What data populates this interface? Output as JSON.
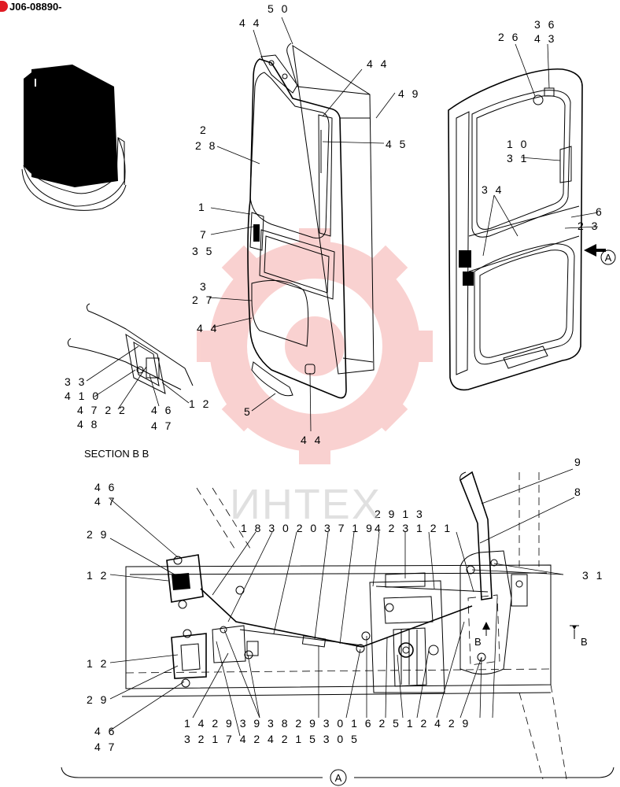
{
  "header": {
    "serial": "J06-08890-"
  },
  "section_label": "SECTION B B",
  "watermark": {
    "text": "ИНТЕХ",
    "color": "#e8332c"
  },
  "view_marker": {
    "label": "A"
  },
  "section_marker": {
    "label": "B"
  },
  "callouts": {
    "door_outer": [
      {
        "id": "c50",
        "text": "5 0"
      },
      {
        "id": "c44a",
        "text": "4 4"
      },
      {
        "id": "c44b",
        "text": "4 4"
      },
      {
        "id": "c49",
        "text": "4 9"
      },
      {
        "id": "c45",
        "text": "4 5"
      },
      {
        "id": "c2",
        "text": "2"
      },
      {
        "id": "c28",
        "text": "2 8"
      },
      {
        "id": "c1",
        "text": "1"
      },
      {
        "id": "c7",
        "text": "7"
      },
      {
        "id": "c35",
        "text": "3 5"
      },
      {
        "id": "c3",
        "text": "3"
      },
      {
        "id": "c27",
        "text": "2 7"
      },
      {
        "id": "c44c",
        "text": "4 4"
      },
      {
        "id": "c5",
        "text": "5"
      },
      {
        "id": "c44d",
        "text": "4 4"
      }
    ],
    "door_inner": [
      {
        "id": "c26",
        "text": "2 6"
      },
      {
        "id": "c36",
        "text": "3 6"
      },
      {
        "id": "c43",
        "text": "4 3"
      },
      {
        "id": "c10",
        "text": "1 0"
      },
      {
        "id": "c31a",
        "text": "3 1"
      },
      {
        "id": "c34",
        "text": "3 4"
      },
      {
        "id": "c6",
        "text": "6"
      },
      {
        "id": "c23",
        "text": "2 3"
      }
    ],
    "latch_detail": [
      {
        "id": "c33",
        "text": "3 3"
      },
      {
        "id": "c4110",
        "text": "4 1 0"
      },
      {
        "id": "c4722",
        "text": "4 7 2 2"
      },
      {
        "id": "c48",
        "text": "4 8"
      },
      {
        "id": "c46a",
        "text": "4 6"
      },
      {
        "id": "c47a",
        "text": "4 7"
      },
      {
        "id": "c12a",
        "text": "1 2"
      }
    ],
    "section_bb": [
      {
        "id": "c46b",
        "text": "4 6"
      },
      {
        "id": "c47b",
        "text": "4 7"
      },
      {
        "id": "c29a",
        "text": "2 9"
      },
      {
        "id": "c12b",
        "text": "1 2"
      },
      {
        "id": "c12c",
        "text": "1 2"
      },
      {
        "id": "c29b",
        "text": "2 9"
      },
      {
        "id": "c46c",
        "text": "4 6"
      },
      {
        "id": "c47c",
        "text": "4 7"
      },
      {
        "id": "top_row_1",
        "text": "1 8 3 0 2 0 3 7 1 9"
      },
      {
        "id": "top_row_2a",
        "text": "2 9 1 3"
      },
      {
        "id": "top_row_2b",
        "text": "4 2 3 1 2 1"
      },
      {
        "id": "c9",
        "text": "9"
      },
      {
        "id": "c8",
        "text": "8"
      },
      {
        "id": "c31b",
        "text": "3 1"
      },
      {
        "id": "bottom_row_1",
        "text": "1 4    2 9 3 9 3 8   2 9 3 0 1 6 2 5    1 2 4 2 9"
      },
      {
        "id": "bottom_row_2",
        "text": "3 2 1 7 4 2        4 2          1 5 3 0 5"
      }
    ]
  }
}
